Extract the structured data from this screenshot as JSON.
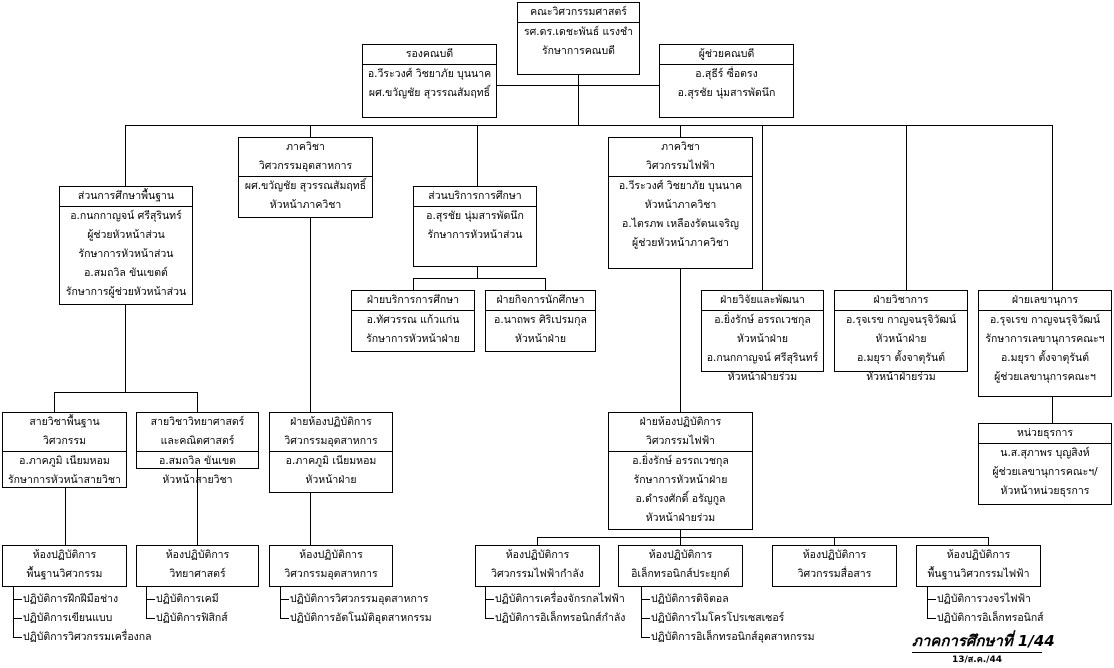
{
  "boxes": {
    "dean": {
      "title": [
        "คณะวิศวกรรมศาสตร์"
      ],
      "body": [
        "รศ.ดร.เดชะพันธ์ แรงชำ",
        "รักษาการคณบดี"
      ]
    },
    "vice_dean": {
      "title": [
        "รองคณบดี"
      ],
      "body": [
        "อ.วีระวงศ์  วิชยาภัย บุนนาค",
        "ผศ.ขวัญชัย  สุวรรณสัมฤทธิ์"
      ]
    },
    "asst_dean": {
      "title": [
        "ผู้ช่วยคณบดี"
      ],
      "body": [
        "อ.สุธีร์  ซื่อตรง",
        "อ.สุรชัย   นุ่มสารพัดนึก"
      ]
    },
    "basic_ed": {
      "title": [
        "ส่วนการศึกษาพื้นฐาน"
      ],
      "body": [
        "อ.กนกกาญจน์ ศรีสุรินทร์",
        "ผู้ช่วยหัวหน้าส่วน",
        "รักษาการหัวหน้าส่วน",
        "อ.สมถวิล  ขันเขตต์",
        "รักษาการผู้ช่วยหัวหน้าส่วน"
      ]
    },
    "ind_dept": {
      "title": [
        "ภาควิชา",
        "วิศวกรรมอุตสาหการ"
      ],
      "body": [
        "ผศ.ขวัญชัย  สุวรรณสัมฤทธิ์",
        "หัวหน้าภาควิชา"
      ]
    },
    "ed_service": {
      "title": [
        "ส่วนบริการการศึกษา"
      ],
      "body": [
        "อ.สุรชัย  นุ่มสารพัดนึก",
        "รักษาการหัวหน้าส่วน"
      ]
    },
    "ee_dept": {
      "title": [
        "ภาควิชา",
        "วิศวกรรมไฟฟ้า"
      ],
      "body": [
        "อ.วีระวงศ์  วิชยาภัย   บุนนาค",
        "หัวหน้าภาควิชา",
        "อ.ไตรภพ  เหลืองรัตนเจริญ",
        "ผู้ช่วยหัวหน้าภาควิชา"
      ]
    },
    "ed_service_unit": {
      "title": [
        "ฝ่ายบริการการศึกษา"
      ],
      "body": [
        "อ.ทัศวรรณ  แก้วแก่น",
        "รักษาการหัวหน้าฝ่าย"
      ]
    },
    "student_affairs": {
      "title": [
        "ฝ่ายกิจการนักศึกษา"
      ],
      "body": [
        "อ.นาถพร  ศิริเปรมกุล",
        "หัวหน้าฝ่าย"
      ]
    },
    "research": {
      "title": [
        "ฝ่ายวิจัยและพัฒนา"
      ],
      "body": [
        "อ.ยิ่งรักษ์  อรรถเวชกุล",
        "หัวหน้าฝ่าย",
        "อ.กนกกาญจน์  ศรีสุรินทร์",
        "หัวหน้าฝ่ายร่วม"
      ]
    },
    "academic": {
      "title": [
        "ฝ่ายวิชาการ"
      ],
      "body": [
        "อ.รุจเรข  กาญจนรุจิวัฒน์",
        "หัวหน้าฝ่าย",
        "อ.มยุรา  ตั้งจาตุรันต์",
        "หัวหน้าฝ่ายร่วม"
      ]
    },
    "secretary": {
      "title": [
        "ฝ่ายเลขานุการ"
      ],
      "body": [
        "อ.รุจเรข  กาญจนรุจิวัฒน์",
        "รักษาการเลขานุการคณะฯ",
        "อ.มยุรา  ตั้งจาตุรันต์",
        "ผู้ช่วยเลขานุการคณะฯ"
      ]
    },
    "admin_unit": {
      "title": [
        "หน่วยธุรการ"
      ],
      "body": [
        "น.ส.สุภาพร  บุญสิงห์",
        "ผู้ช่วยเลขานุการคณะฯ/",
        "หัวหน้าหน่วยธุรการ"
      ]
    },
    "basic_eng": {
      "title": [
        "สายวิชาพื้นฐาน",
        "วิศวกรรม"
      ],
      "body": [
        "อ.ภาคภูมิ เนียมหอม",
        "รักษาการหัวหน้าสายวิชา"
      ]
    },
    "sci_math": {
      "title": [
        "สายวิชาวิทยาศาสตร์",
        "และคณิตศาสตร์"
      ],
      "body": [
        "อ.สมถวิล  ขันเขต",
        "หัวหน้าสายวิชา"
      ]
    },
    "ind_lab_unit": {
      "title": [
        "ฝ่ายห้องปฏิบัติการ",
        "วิศวกรรมอุตสาหการ"
      ],
      "body": [
        "อ.ภาคภูมิ  เนียมหอม",
        "หัวหน้าฝ่าย"
      ]
    },
    "ee_lab_unit": {
      "title": [
        "ฝ่ายห้องปฏิบัติการ",
        "วิศวกรรมไฟฟ้า"
      ],
      "body": [
        "อ.ยิ่งรักษ์  อรรถเวชกุล",
        "รักษาการหัวหน้าฝ่าย",
        "อ.ดำรงศักดิ์  อรัญกูล",
        "หัวหน้าฝ่ายร่วม"
      ]
    },
    "lab_basic_eng": {
      "title": [
        "ห้องปฏิบัติการ",
        "พื้นฐานวิศวกรรม"
      ],
      "body": []
    },
    "lab_sci": {
      "title": [
        "ห้องปฏิบัติการ",
        "วิทยาศาสตร์"
      ],
      "body": []
    },
    "lab_ind": {
      "title": [
        "ห้องปฏิบัติการ",
        "วิศวกรรมอุตสาหการ"
      ],
      "body": []
    },
    "lab_power": {
      "title": [
        "ห้องปฏิบัติการ",
        "วิศวกรรมไฟฟ้ากำลัง"
      ],
      "body": []
    },
    "lab_applied_elec": {
      "title": [
        "ห้องปฏิบัติการ",
        "อิเล็กทรอนิกส์ประยุกต์"
      ],
      "body": []
    },
    "lab_comm": {
      "title": [
        "ห้องปฏิบัติการ",
        "วิศวกรรมสื่อสาร"
      ],
      "body": []
    },
    "lab_basic_ee": {
      "title": [
        "ห้องปฏิบัติการ",
        "พื้นฐานวิศวกรรมไฟฟ้า"
      ],
      "body": []
    }
  },
  "sublists": {
    "lab_basic_eng": [
      "ปฏิบัติการฝึกฝีมือช่าง",
      "ปฏิบัติการเขียนแบบ",
      "ปฏิบัติการวิศวกรรมเครื่องกล"
    ],
    "lab_sci": [
      "ปฏิบัติการเคมี",
      "ปฏิบัติการฟิสิกส์"
    ],
    "lab_ind": [
      "ปฏิบัติการวิศวกรรมอุตสาหการ",
      "ปฏิบัติการอัตโนมัติอุตสาหกรรม"
    ],
    "lab_power": [
      "ปฏิบัติการเครื่องจักรกลไฟฟ้า",
      "ปฏิบัติการอิเล็กทรอนิกส์กำลัง"
    ],
    "lab_applied_elec": [
      "ปฏิบัติการดิจิตอล",
      "ปฏิบัติการไมโครโปรเซสเซอร์",
      "ปฏิบัติการอิเล็กทรอนิกส์อุตสาหกรรม"
    ],
    "lab_basic_ee": [
      "ปฏิบัติการวงจรไฟฟ้า",
      "ปฏิบัติการอิเล็กทรอนิกส์"
    ]
  },
  "footer": {
    "semester": "ภาคการศึกษาที่  1/44",
    "date": "13/ส.ค./44"
  }
}
